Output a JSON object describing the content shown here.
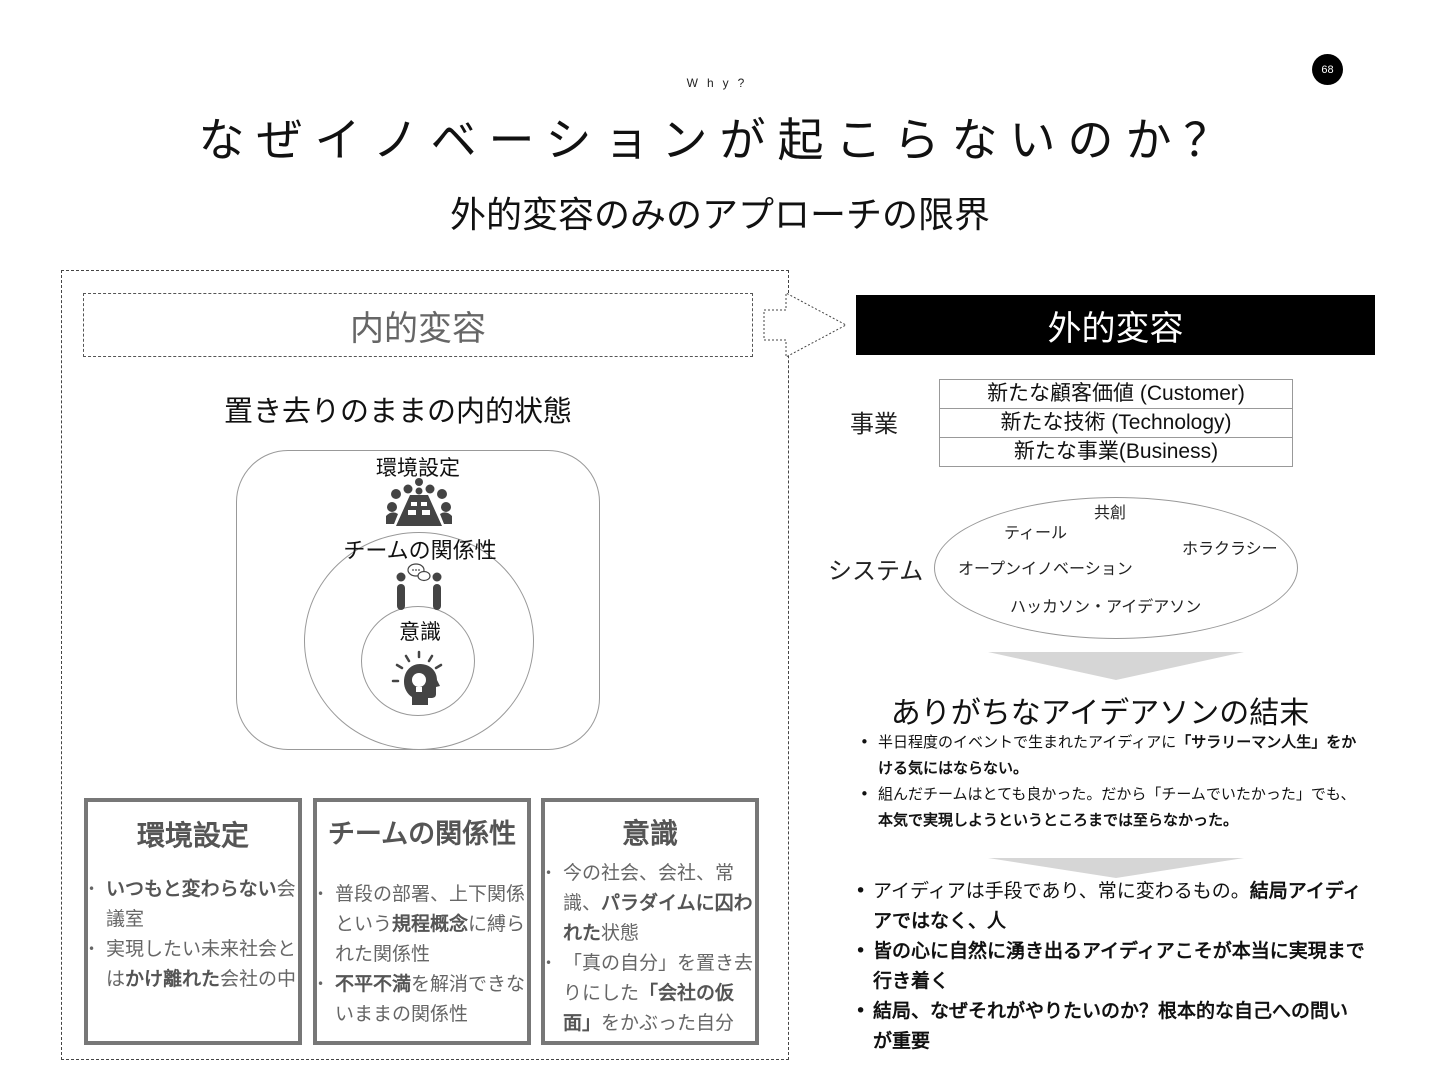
{
  "header": {
    "eyebrow": "Why?",
    "title": "なぜイノベーションが起こらないのか？",
    "subtitle": "外的変容のみのアプローチの限界",
    "page_number": "68"
  },
  "left_panel": {
    "header": "内的変容",
    "caption": "置き去りのままの内的状態",
    "diagram": {
      "environment_label": "環境設定",
      "environment_icon": "meeting-table-icon",
      "team_label": "チームの関係性",
      "team_icon": "conversation-icon",
      "mind_label": "意識",
      "mind_icon": "idea-head-icon"
    },
    "cards": [
      {
        "title": "環境設定",
        "items": [
          [
            {
              "t": "いつもと変わらない",
              "b": true
            },
            {
              "t": "会議室",
              "b": false
            }
          ],
          [
            {
              "t": "実現したい未来社会とは",
              "b": false
            },
            {
              "t": "かけ離れた",
              "b": true
            },
            {
              "t": "会社の中",
              "b": false
            }
          ]
        ]
      },
      {
        "title": "チームの関係性",
        "items": [
          [
            {
              "t": "普段の部署、上下関係という",
              "b": false
            },
            {
              "t": "規程概念",
              "b": true
            },
            {
              "t": "に縛られた関係性",
              "b": false
            }
          ],
          [
            {
              "t": "不平不満",
              "b": true
            },
            {
              "t": "を解消できないままの関係性",
              "b": false
            }
          ]
        ]
      },
      {
        "title": "意識",
        "items": [
          [
            {
              "t": "今の社会、会社、常識、",
              "b": false
            },
            {
              "t": "パラダイムに囚われた",
              "b": true
            },
            {
              "t": "状態",
              "b": false
            }
          ],
          [
            {
              "t": "「真の自分」を置き去りにした",
              "b": false
            },
            {
              "t": "「会社の仮面」",
              "b": true
            },
            {
              "t": "をかぶった自分",
              "b": false
            }
          ]
        ]
      }
    ]
  },
  "right_panel": {
    "header": "外的変容",
    "business": {
      "label": "事業",
      "rows": [
        "新たな顧客価値 (Customer)",
        "新たな技術 (Technology)",
        "新たな事業(Business)"
      ]
    },
    "system": {
      "label": "システム",
      "items": [
        "共創",
        "ティール",
        "ホラクラシー",
        "オープンイノベーション",
        "ハッカソン・アイデアソン"
      ]
    },
    "result_title": "ありがちなアイデアソンの結末",
    "result_items": [
      [
        {
          "t": "半日程度のイベントで生まれたアイディアに",
          "b": false
        },
        {
          "t": "「サラリーマン人生」をかける気にはならない。",
          "b": true
        }
      ],
      [
        {
          "t": "組んだチームはとても良かった。だから「チームでいたかった」でも、",
          "b": false
        },
        {
          "t": "本気で実現しようというところまでは至らなかった。",
          "b": true
        }
      ]
    ],
    "conclusions": [
      [
        {
          "t": "アイディアは手段であり、常に変わるもの。",
          "b": false
        },
        {
          "t": "結局アイディアではなく、人",
          "b": true
        }
      ],
      [
        {
          "t": "皆の心に自然に湧き出るアイディアこそが本当に実現まで行き着く",
          "b": true
        }
      ],
      [
        {
          "t": "結局、なぜそれがやりたいのか？根本的な自己への問いが重要",
          "b": true
        }
      ]
    ]
  },
  "colors": {
    "accent_black": "#000000",
    "card_border": "#777777",
    "arrow_fill": "#d6d6d6",
    "muted_text": "#666666"
  }
}
